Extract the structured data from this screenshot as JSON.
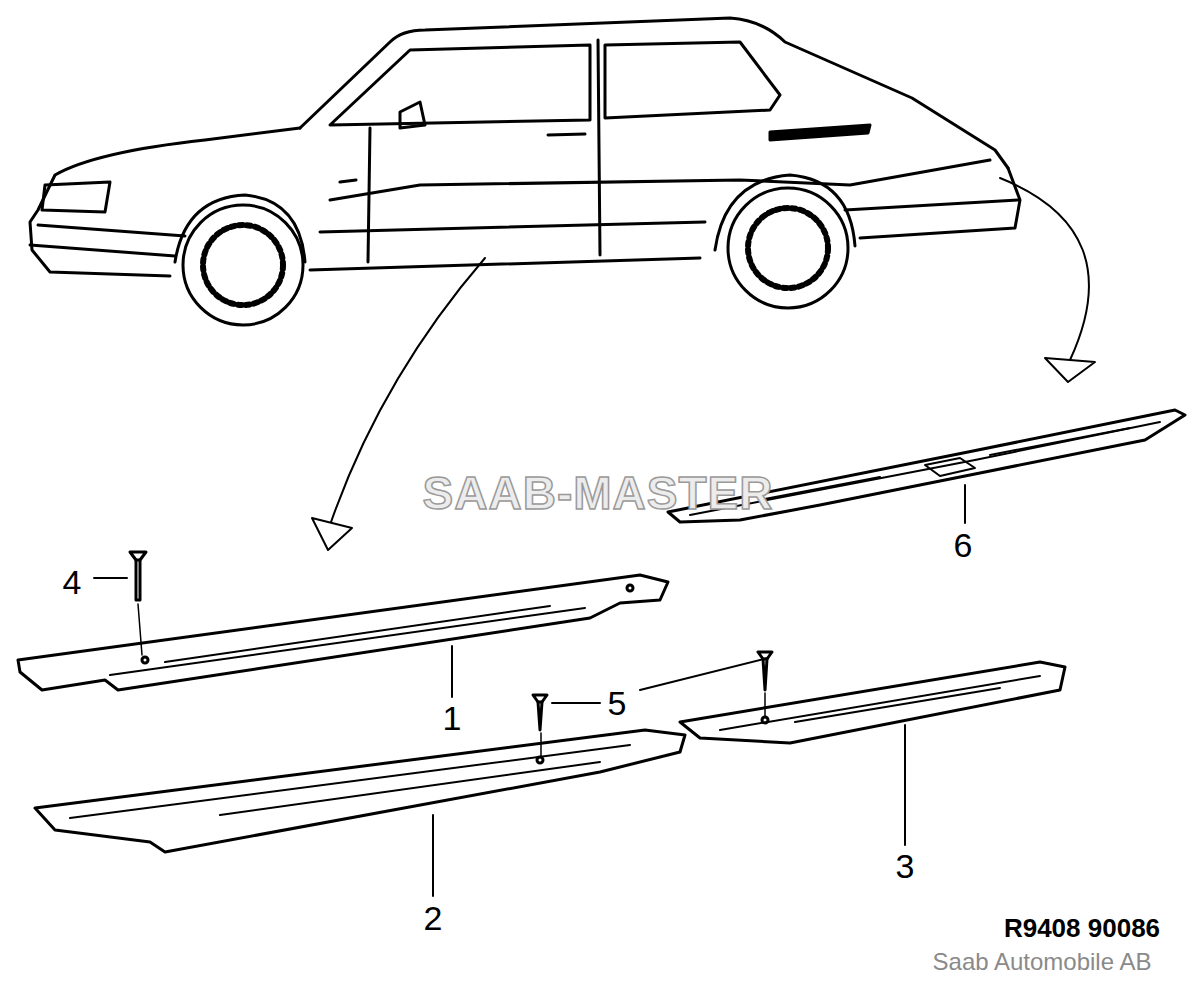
{
  "diagram": {
    "labels": [
      "SAAB-MASTER",
      "6",
      "4",
      "1",
      "5",
      "2",
      "3",
      "R9408 90086",
      "Saab Automobile AB"
    ]
  }
}
